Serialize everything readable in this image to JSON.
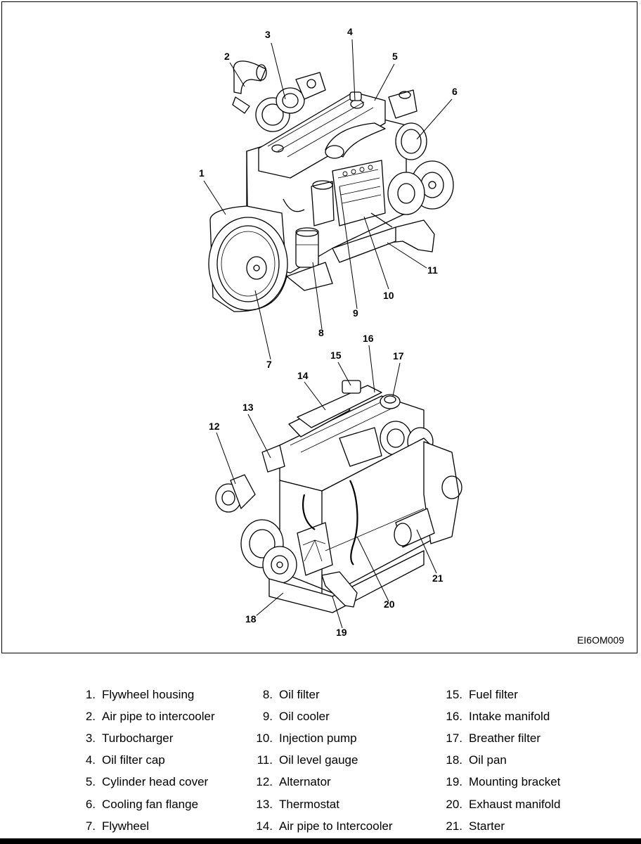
{
  "figure_code": "EI6OM009",
  "callouts": [
    "1",
    "2",
    "3",
    "4",
    "5",
    "6",
    "7",
    "8",
    "9",
    "10",
    "11",
    "12",
    "13",
    "14",
    "15",
    "16",
    "17",
    "18",
    "19",
    "20",
    "21"
  ],
  "legend": [
    {
      "num": "1.",
      "label": "Flywheel housing"
    },
    {
      "num": "2.",
      "label": "Air pipe to intercooler"
    },
    {
      "num": "3.",
      "label": "Turbocharger"
    },
    {
      "num": "4.",
      "label": "Oil filter cap"
    },
    {
      "num": "5.",
      "label": "Cylinder head cover"
    },
    {
      "num": "6.",
      "label": "Cooling fan flange"
    },
    {
      "num": "7.",
      "label": "Flywheel"
    },
    {
      "num": "8.",
      "label": "Oil filter"
    },
    {
      "num": "9.",
      "label": "Oil cooler"
    },
    {
      "num": "10.",
      "label": "Injection pump"
    },
    {
      "num": "11.",
      "label": "Oil level gauge"
    },
    {
      "num": "12.",
      "label": "Alternator"
    },
    {
      "num": "13.",
      "label": "Thermostat"
    },
    {
      "num": "14.",
      "label": "Air pipe to Intercooler"
    },
    {
      "num": "15.",
      "label": "Fuel filter"
    },
    {
      "num": "16.",
      "label": "Intake manifold"
    },
    {
      "num": "17.",
      "label": "Breather filter"
    },
    {
      "num": "18.",
      "label": "Oil pan"
    },
    {
      "num": "19.",
      "label": "Mounting bracket"
    },
    {
      "num": "20.",
      "label": "Exhaust manifold"
    },
    {
      "num": "21.",
      "label": "Starter"
    }
  ]
}
